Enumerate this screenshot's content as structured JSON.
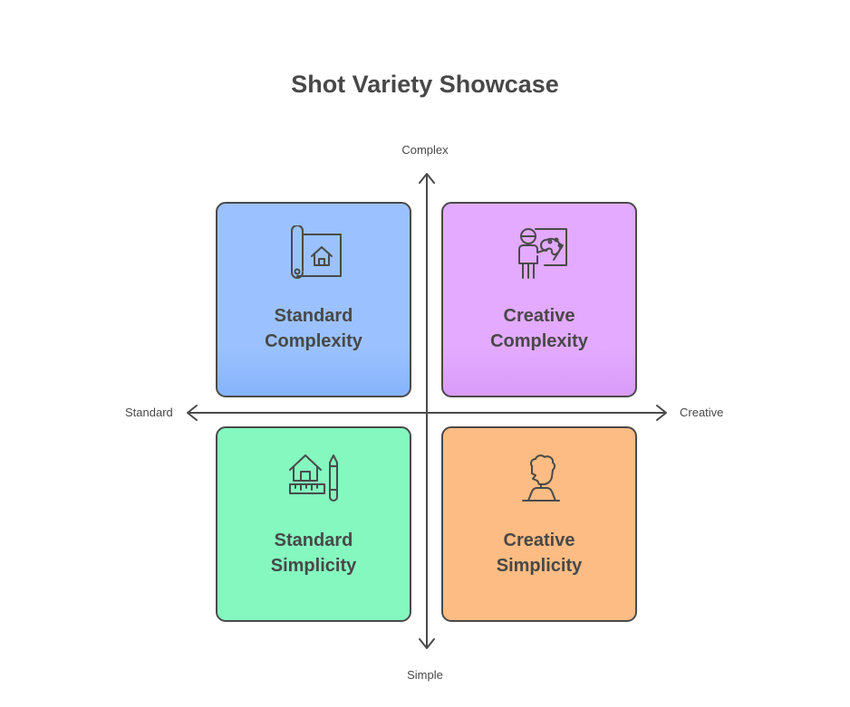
{
  "title": "Shot Variety Showcase",
  "axes": {
    "top": "Complex",
    "bottom": "Simple",
    "left": "Standard",
    "right": "Creative"
  },
  "quadrants": [
    {
      "line1": "Standard",
      "line2": "Complexity",
      "icon": "blueprint-house-icon",
      "color": "#9bc2ff"
    },
    {
      "line1": "Creative",
      "line2": "Complexity",
      "icon": "painter-easel-icon",
      "color": "#e3aaff"
    },
    {
      "line1": "Standard",
      "line2": "Simplicity",
      "icon": "house-ruler-pencil-icon",
      "color": "#84f8bf"
    },
    {
      "line1": "Creative",
      "line2": "Simplicity",
      "icon": "bust-sculpture-icon",
      "color": "#fdbc83"
    }
  ]
}
